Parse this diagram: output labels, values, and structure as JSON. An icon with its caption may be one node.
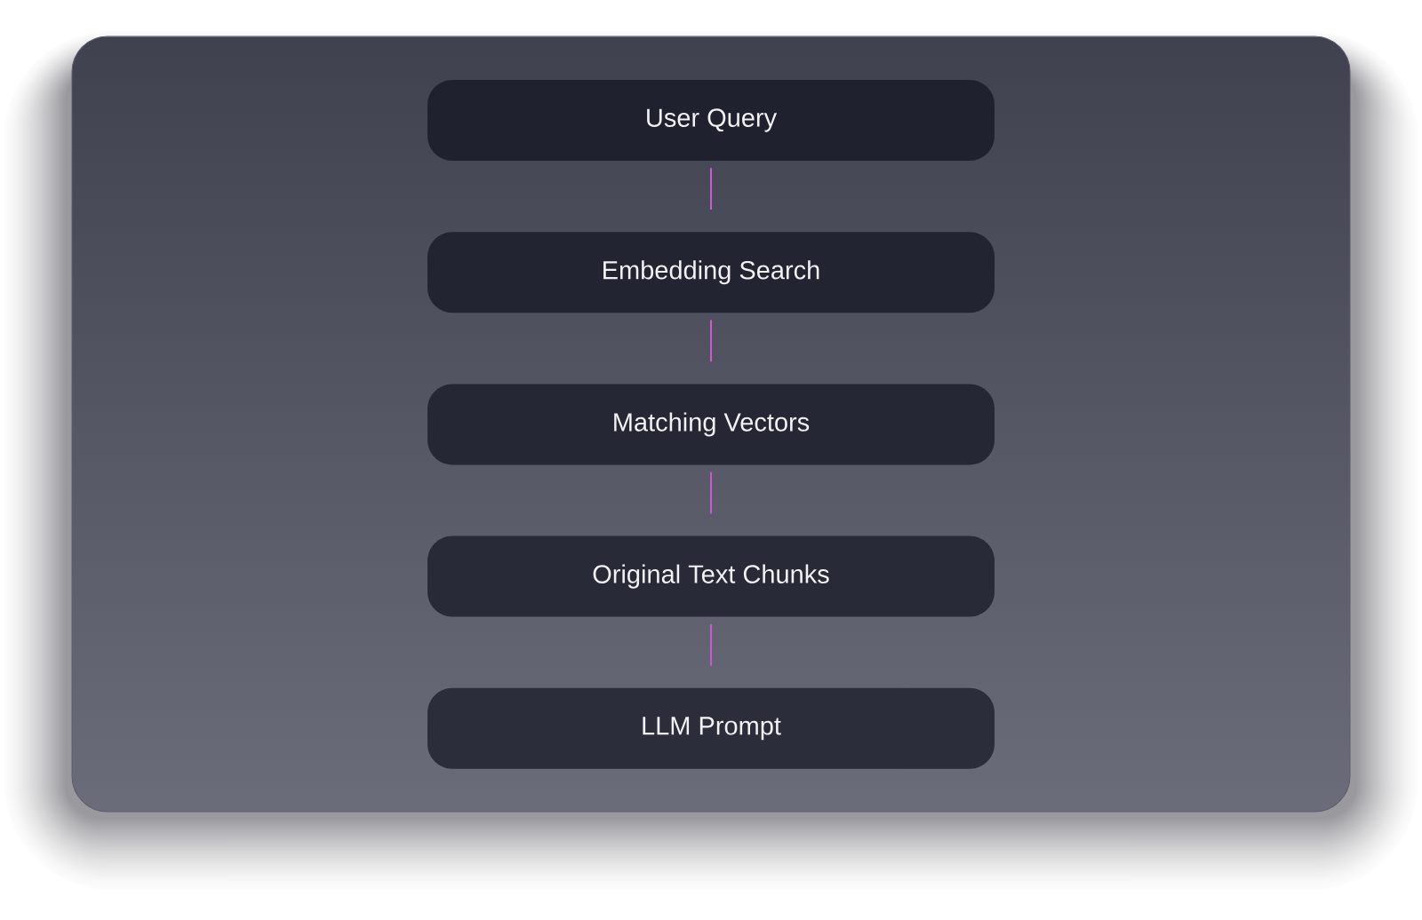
{
  "diagram": {
    "nodes": [
      {
        "text": [
          "User Query"
        ]
      },
      {
        "text": [
          "Embedding Search"
        ]
      },
      {
        "text": [
          "Matching Vectors"
        ]
      },
      {
        "text": [
          "Original Text Chunks"
        ]
      },
      {
        "text": [
          "LLM Prompt"
        ]
      }
    ],
    "edges": [
      {
        "from": 0,
        "to": 1,
        "arrow": "none"
      },
      {
        "from": 1,
        "to": 2,
        "arrow": "none"
      },
      {
        "from": 2,
        "to": 3,
        "arrow": "none"
      },
      {
        "from": 3,
        "to": 4,
        "arrow": "none"
      }
    ]
  }
}
